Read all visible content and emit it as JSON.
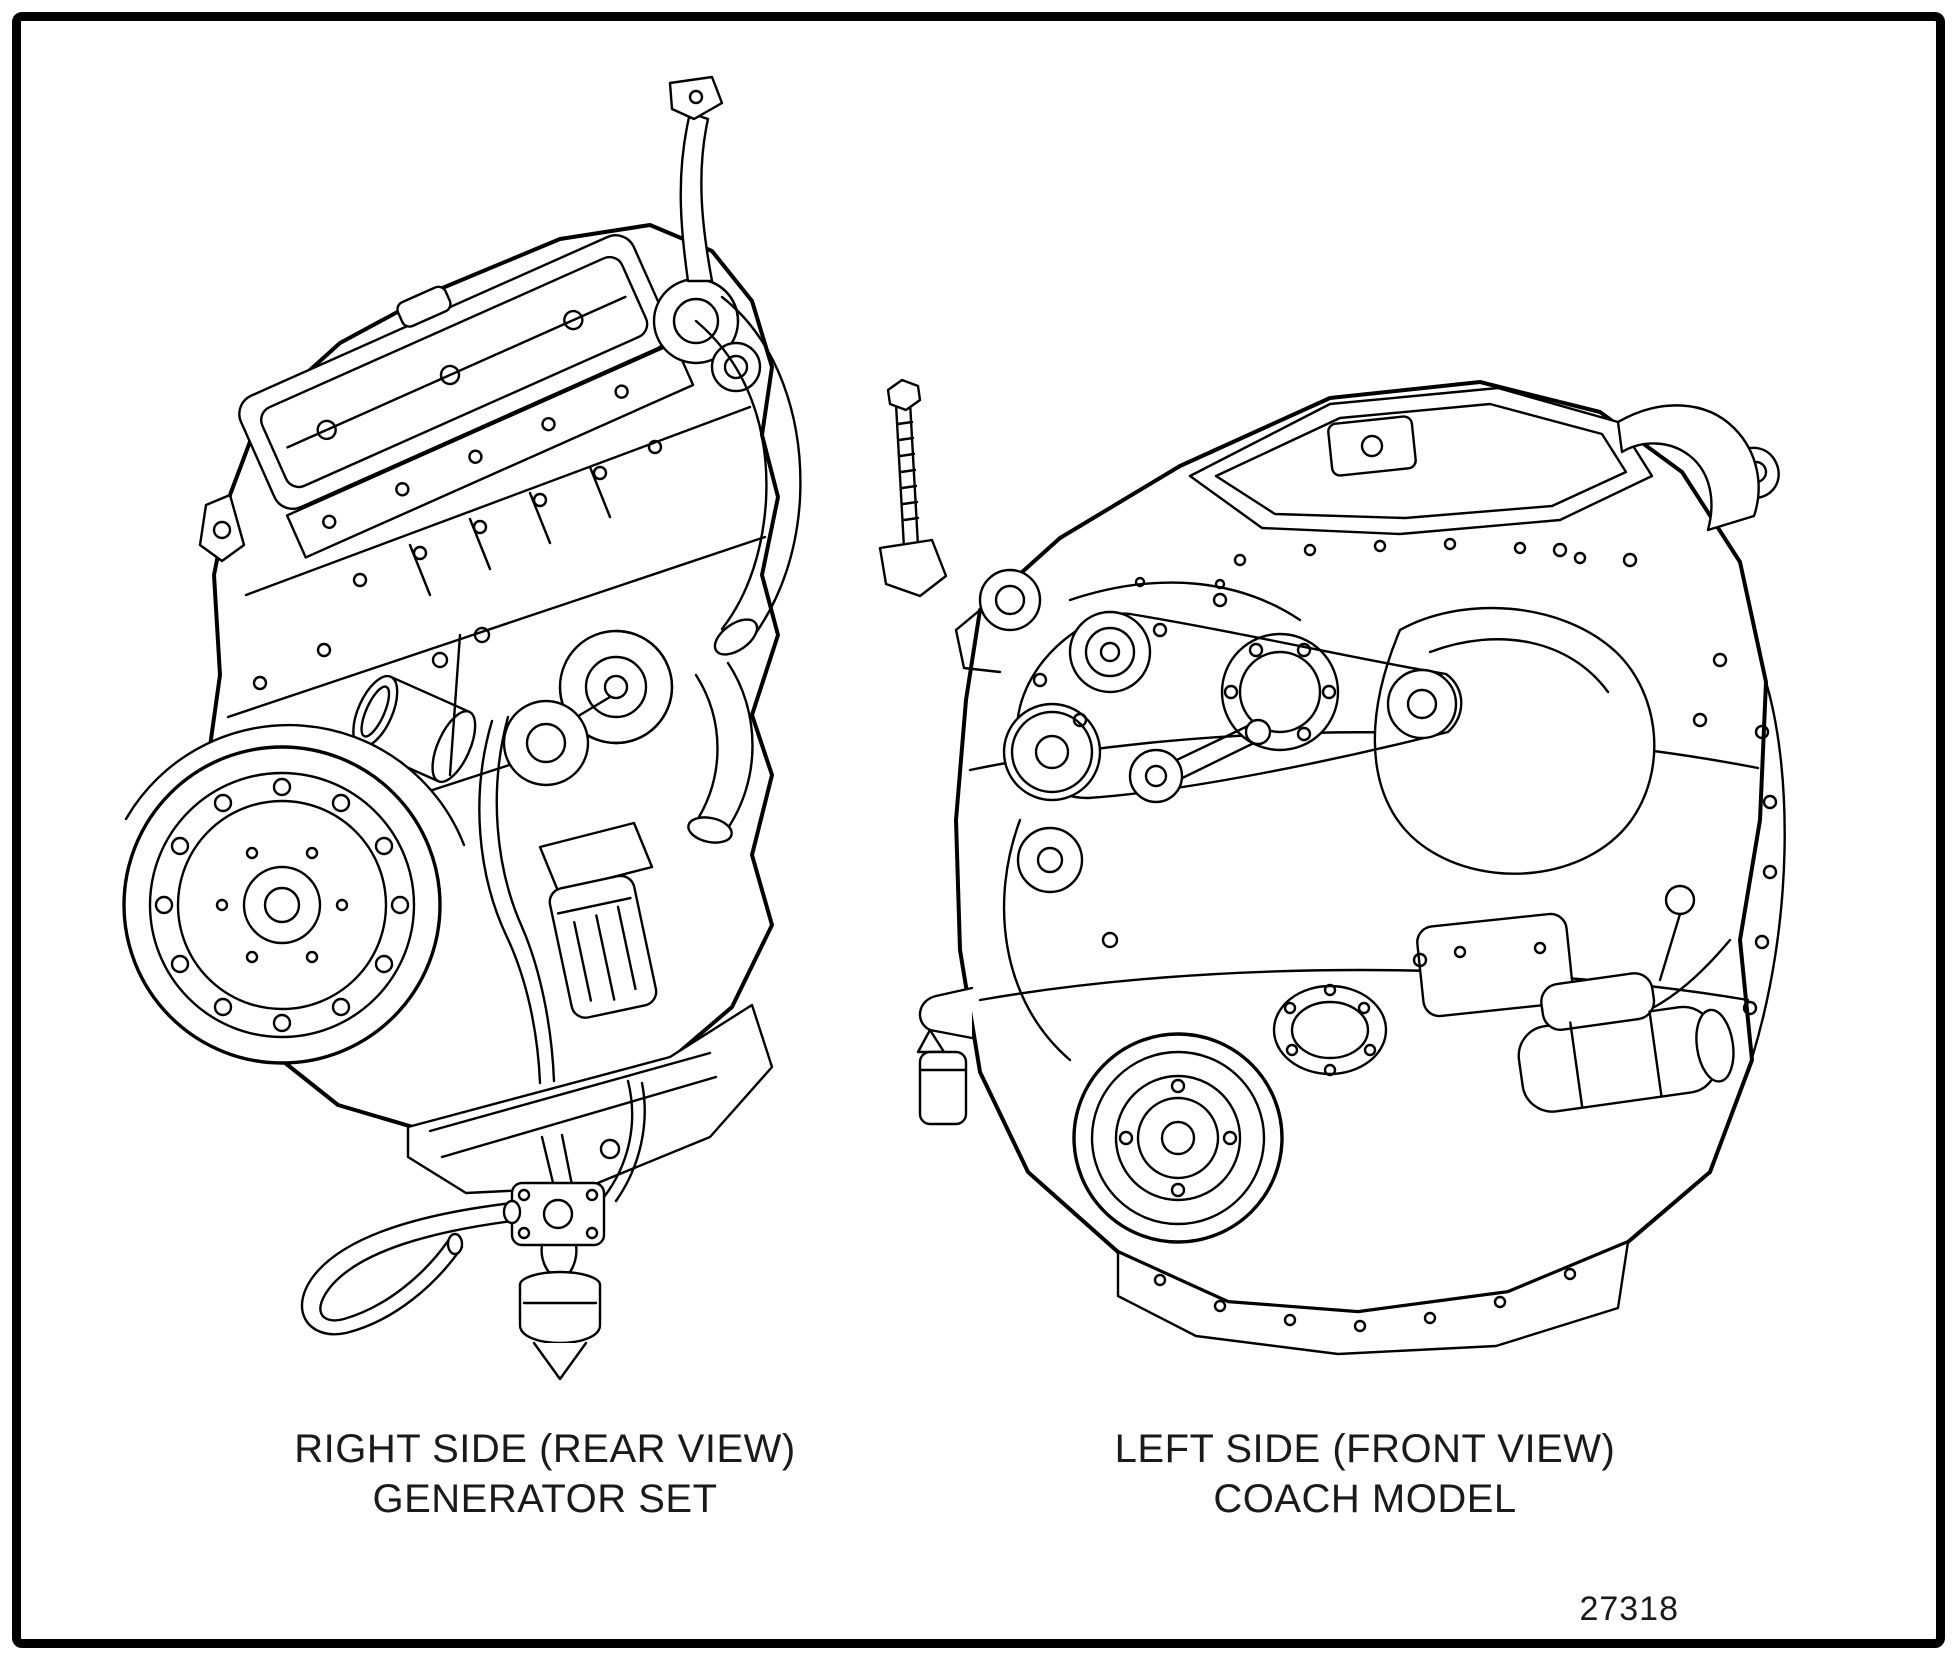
{
  "page": {
    "background": "#ffffff",
    "line_color": "#000000"
  },
  "figures": [
    {
      "id": "generator-set",
      "illustration": "diesel-engine-right-side-rear-view-line-drawing",
      "caption_line1": "RIGHT SIDE (REAR VIEW)",
      "caption_line2": "GENERATOR SET"
    },
    {
      "id": "coach-model",
      "illustration": "diesel-engine-left-side-front-view-line-drawing",
      "caption_line1": "LEFT SIDE (FRONT VIEW)",
      "caption_line2": "COACH MODEL"
    }
  ],
  "figure_number": "27318"
}
